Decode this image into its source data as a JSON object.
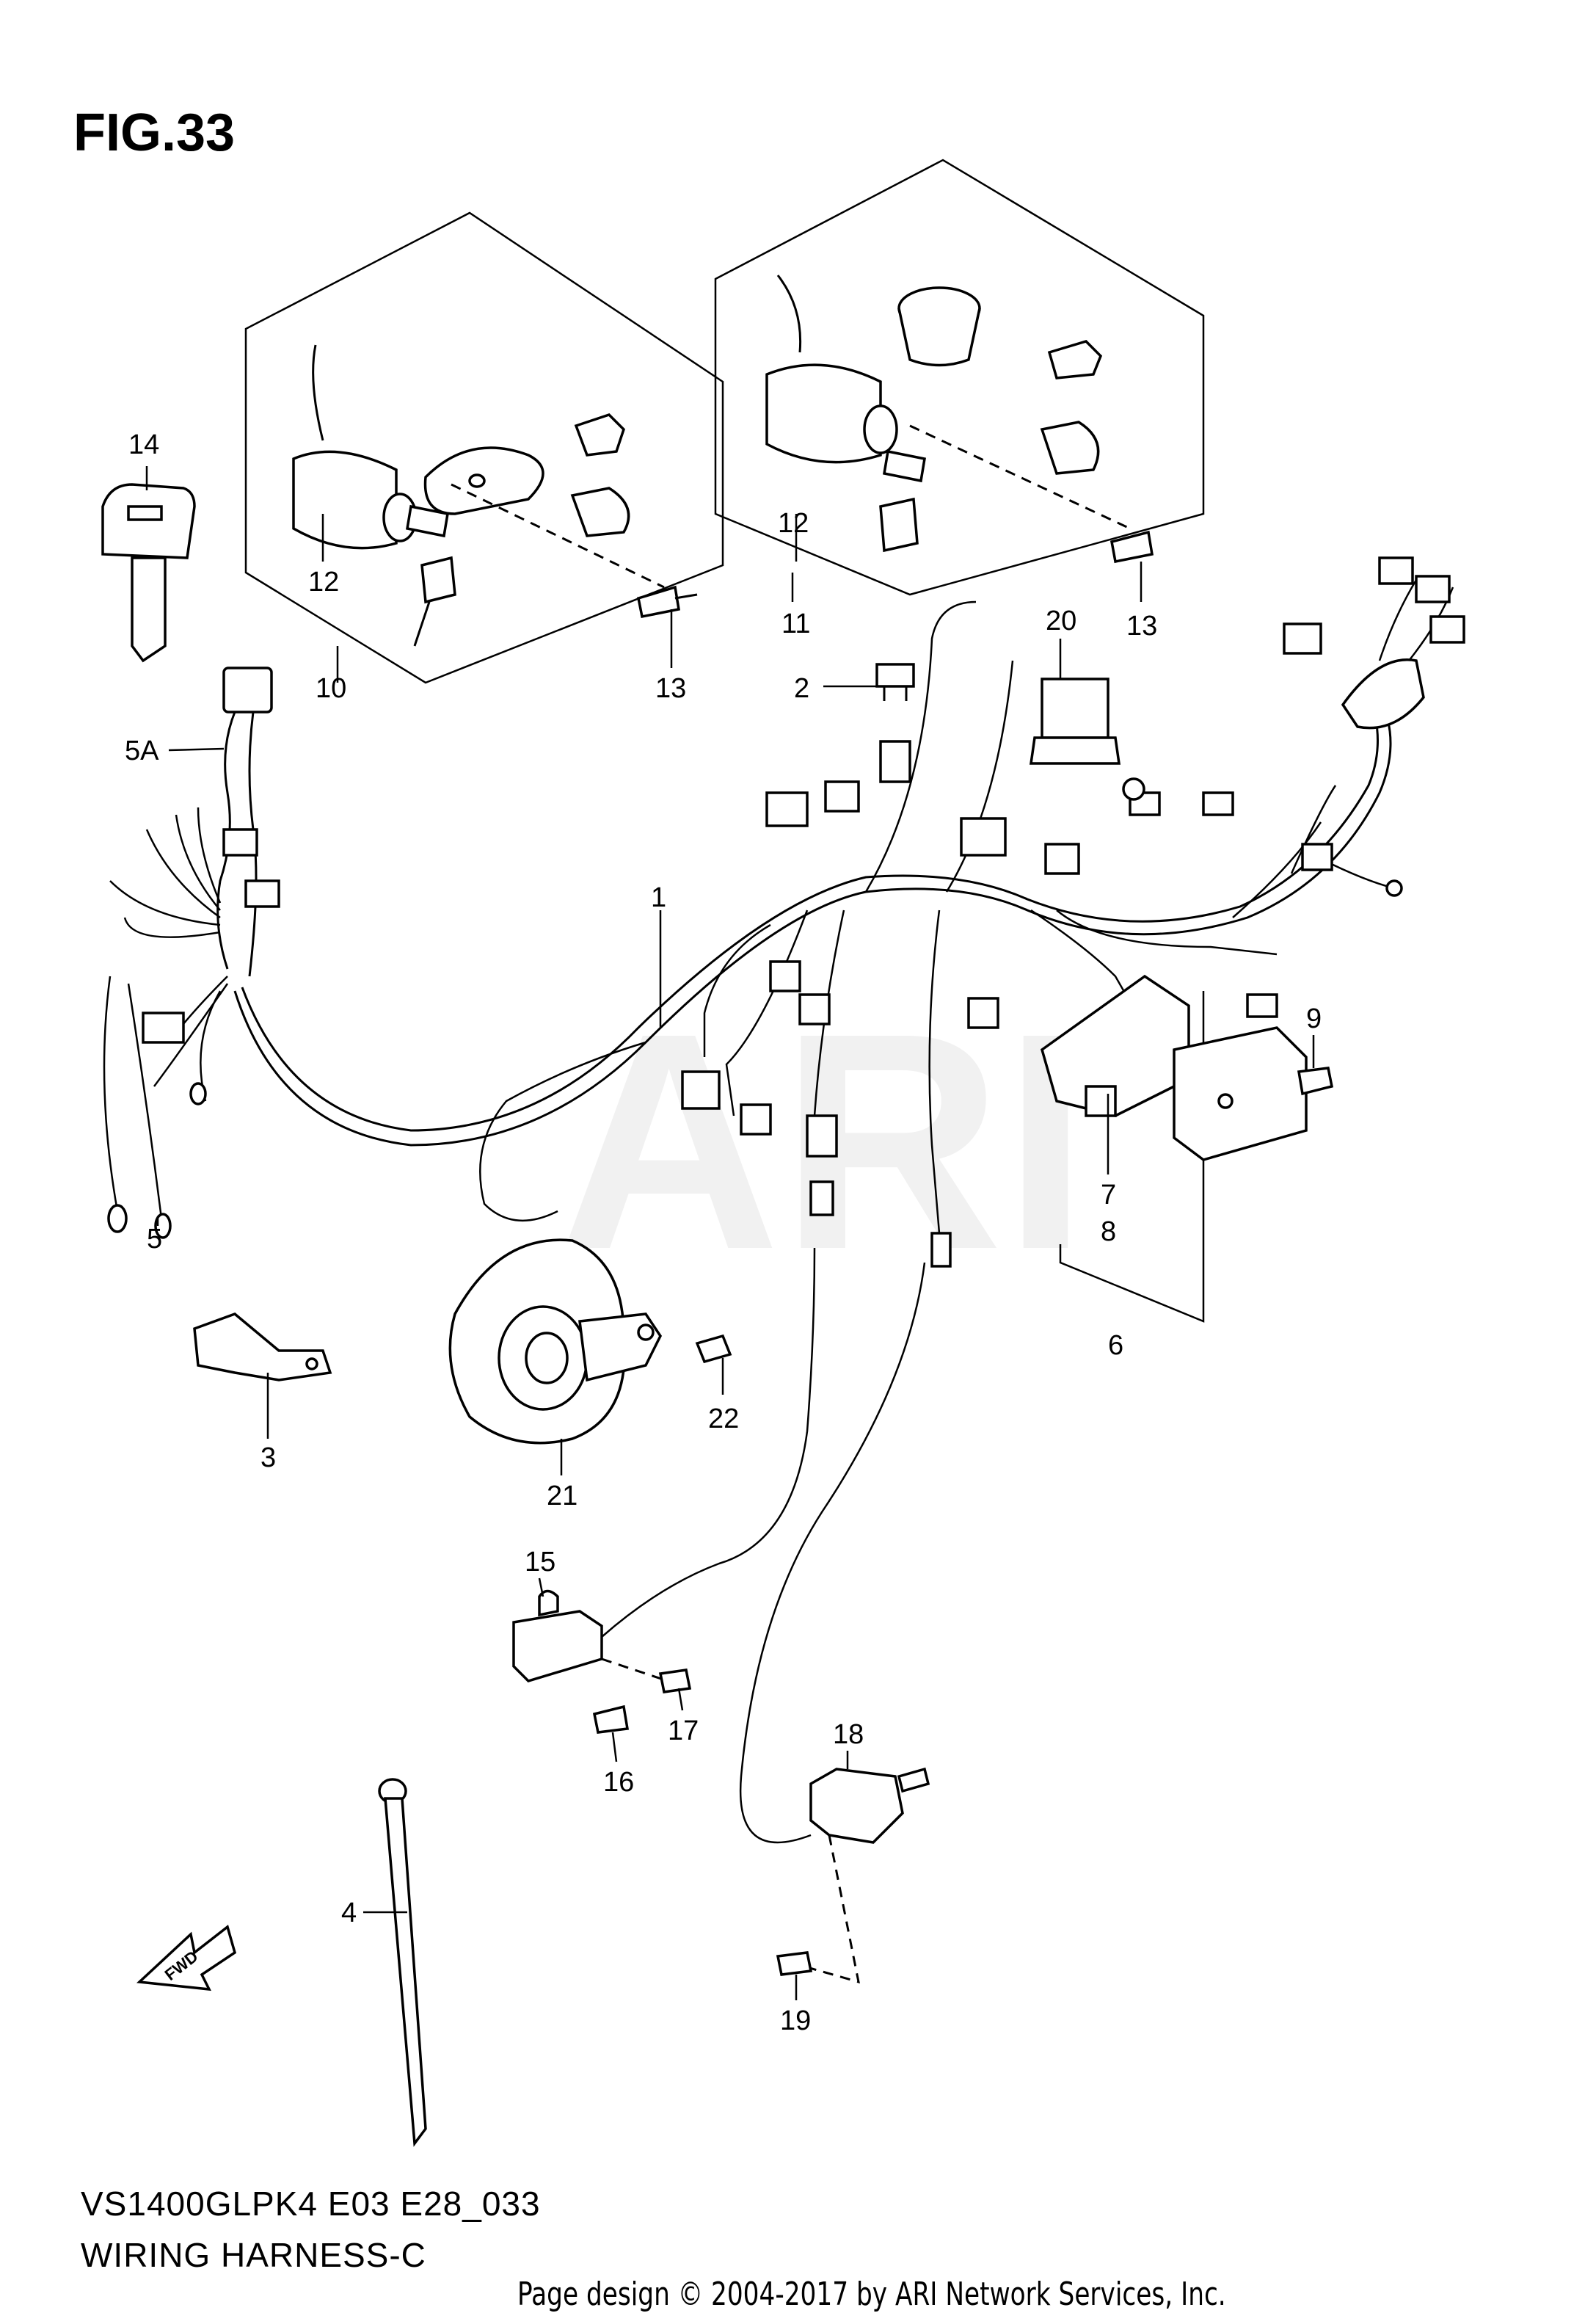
{
  "figure": {
    "title": "FIG.33",
    "model_code": "VS1400GLPK4 E03 E28_033",
    "name": "WIRING HARNESS-C",
    "copyright": "Page design © 2004-2017 by ARI Network Services, Inc.",
    "watermark": "ARI"
  },
  "callouts": {
    "c1": "1",
    "c2": "2",
    "c3": "3",
    "c4": "4",
    "c5": "5",
    "c5a": "5A",
    "c6": "6",
    "c7": "7",
    "c8": "8",
    "c9": "9",
    "c10": "10",
    "c11": "11",
    "c12a": "12",
    "c12b": "12",
    "c13a": "13",
    "c13b": "13",
    "c14": "14",
    "c15": "15",
    "c16": "16",
    "c17": "17",
    "c18": "18",
    "c19": "19",
    "c20": "20",
    "c21": "21",
    "c22": "22"
  },
  "badges": {
    "fwd": "FWD"
  }
}
